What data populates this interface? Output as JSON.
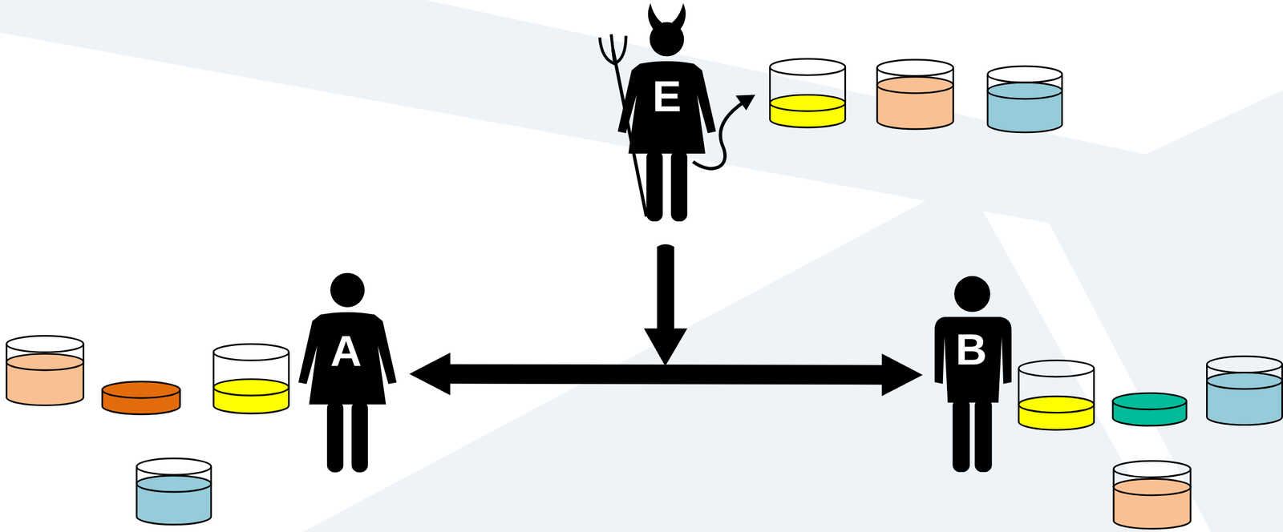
{
  "diagram": {
    "nodes": [
      {
        "text": [
          "E"
        ]
      },
      {
        "text": [
          "A"
        ]
      },
      {
        "text": [
          "B"
        ]
      }
    ],
    "edges": [
      {
        "from": 1,
        "to": 2,
        "arrow": "both"
      }
    ]
  }
}
